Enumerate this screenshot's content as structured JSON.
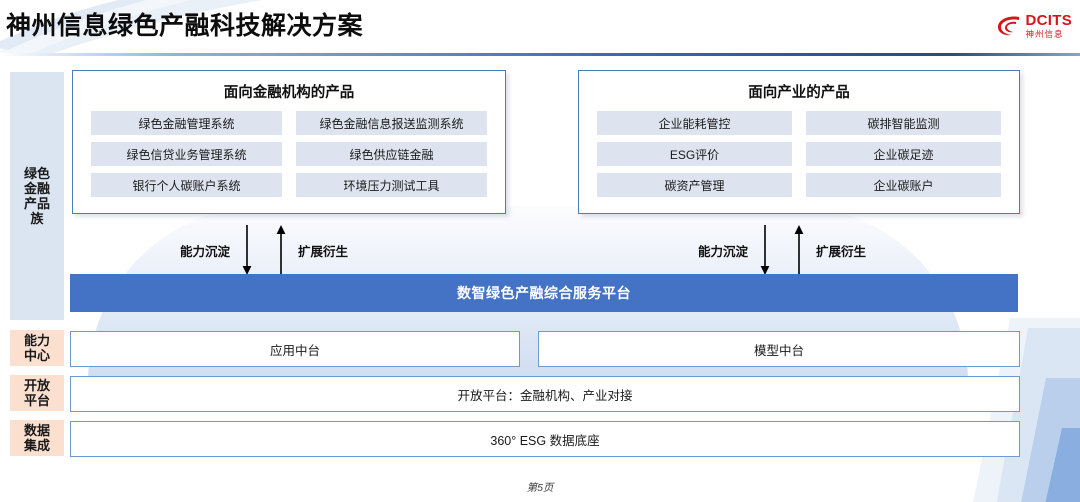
{
  "header": {
    "title": "神州信息绿色产融科技解决方案",
    "logo_en": "DCITS",
    "logo_cn": "神州信息",
    "logo_color": "#d7141a"
  },
  "sidebar": {
    "items": [
      {
        "label": "绿色\n金融\n产品\n族",
        "color": "#dbe5f1"
      },
      {
        "label": "能力\n中心",
        "color": "#fbe0d0"
      },
      {
        "label": "开放\n平台",
        "color": "#fbe0d0"
      },
      {
        "label": "数据\n集成",
        "color": "#fbe0d0"
      }
    ]
  },
  "panels": [
    {
      "title": "面向金融机构的产品",
      "tiles": [
        "绿色金融管理系统",
        "绿色金融信息报送监测系统",
        "绿色信贷业务管理系统",
        "绿色供应链金融",
        "银行个人碳账户系统",
        "环境压力测试工具"
      ]
    },
    {
      "title": "面向产业的产品",
      "tiles": [
        "企业能耗管控",
        "碳排智能监测",
        "ESG评价",
        "企业碳足迹",
        "碳资产管理",
        "企业碳账户"
      ]
    }
  ],
  "arrow_groups": [
    {
      "down_label": "能力沉淀",
      "up_label": "扩展衍生"
    },
    {
      "down_label": "能力沉淀",
      "up_label": "扩展衍生"
    }
  ],
  "platform": {
    "label": "数智绿色产融综合服务平台",
    "color": "#4472c4"
  },
  "rows": {
    "app_center": "应用中台",
    "model_center": "模型中台",
    "open_platform": "开放平台：金融机构、产业对接",
    "data_base": "360° ESG 数据底座"
  },
  "footer": {
    "page": "第5页"
  }
}
